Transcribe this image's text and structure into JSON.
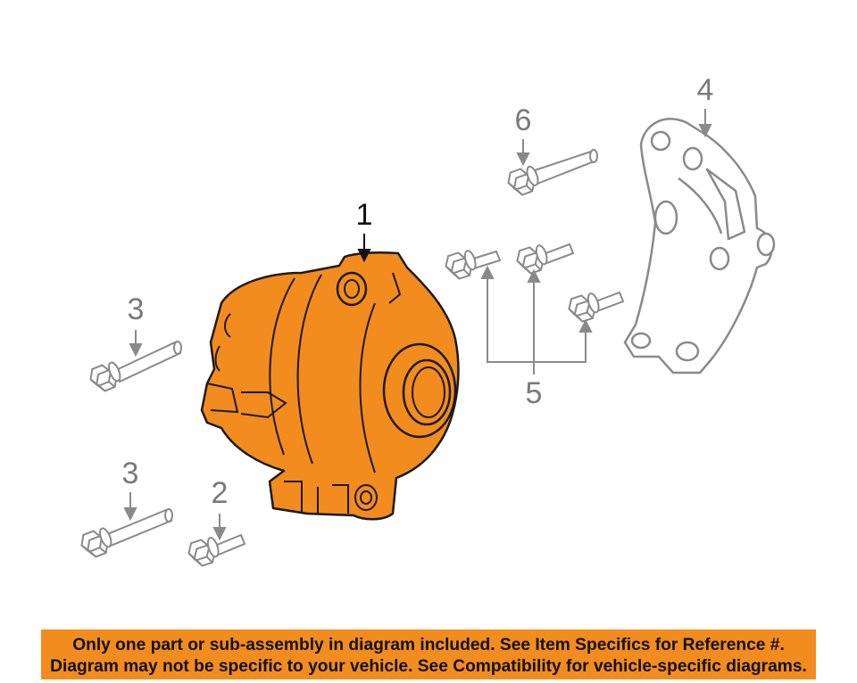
{
  "callouts": {
    "c1": "1",
    "c2": "2",
    "c3a": "3",
    "c3b": "3",
    "c4": "4",
    "c5": "5",
    "c6": "6"
  },
  "colors": {
    "highlight": "#f28c1e",
    "line": "#8a8a8a",
    "primary_line": "#111111"
  },
  "banner": {
    "line1": "Only one part or sub-assembly in diagram included. See Item Specifics for Reference #.",
    "line2": "Diagram may not be specific to your vehicle. See Compatibility for vehicle-specific diagrams."
  }
}
